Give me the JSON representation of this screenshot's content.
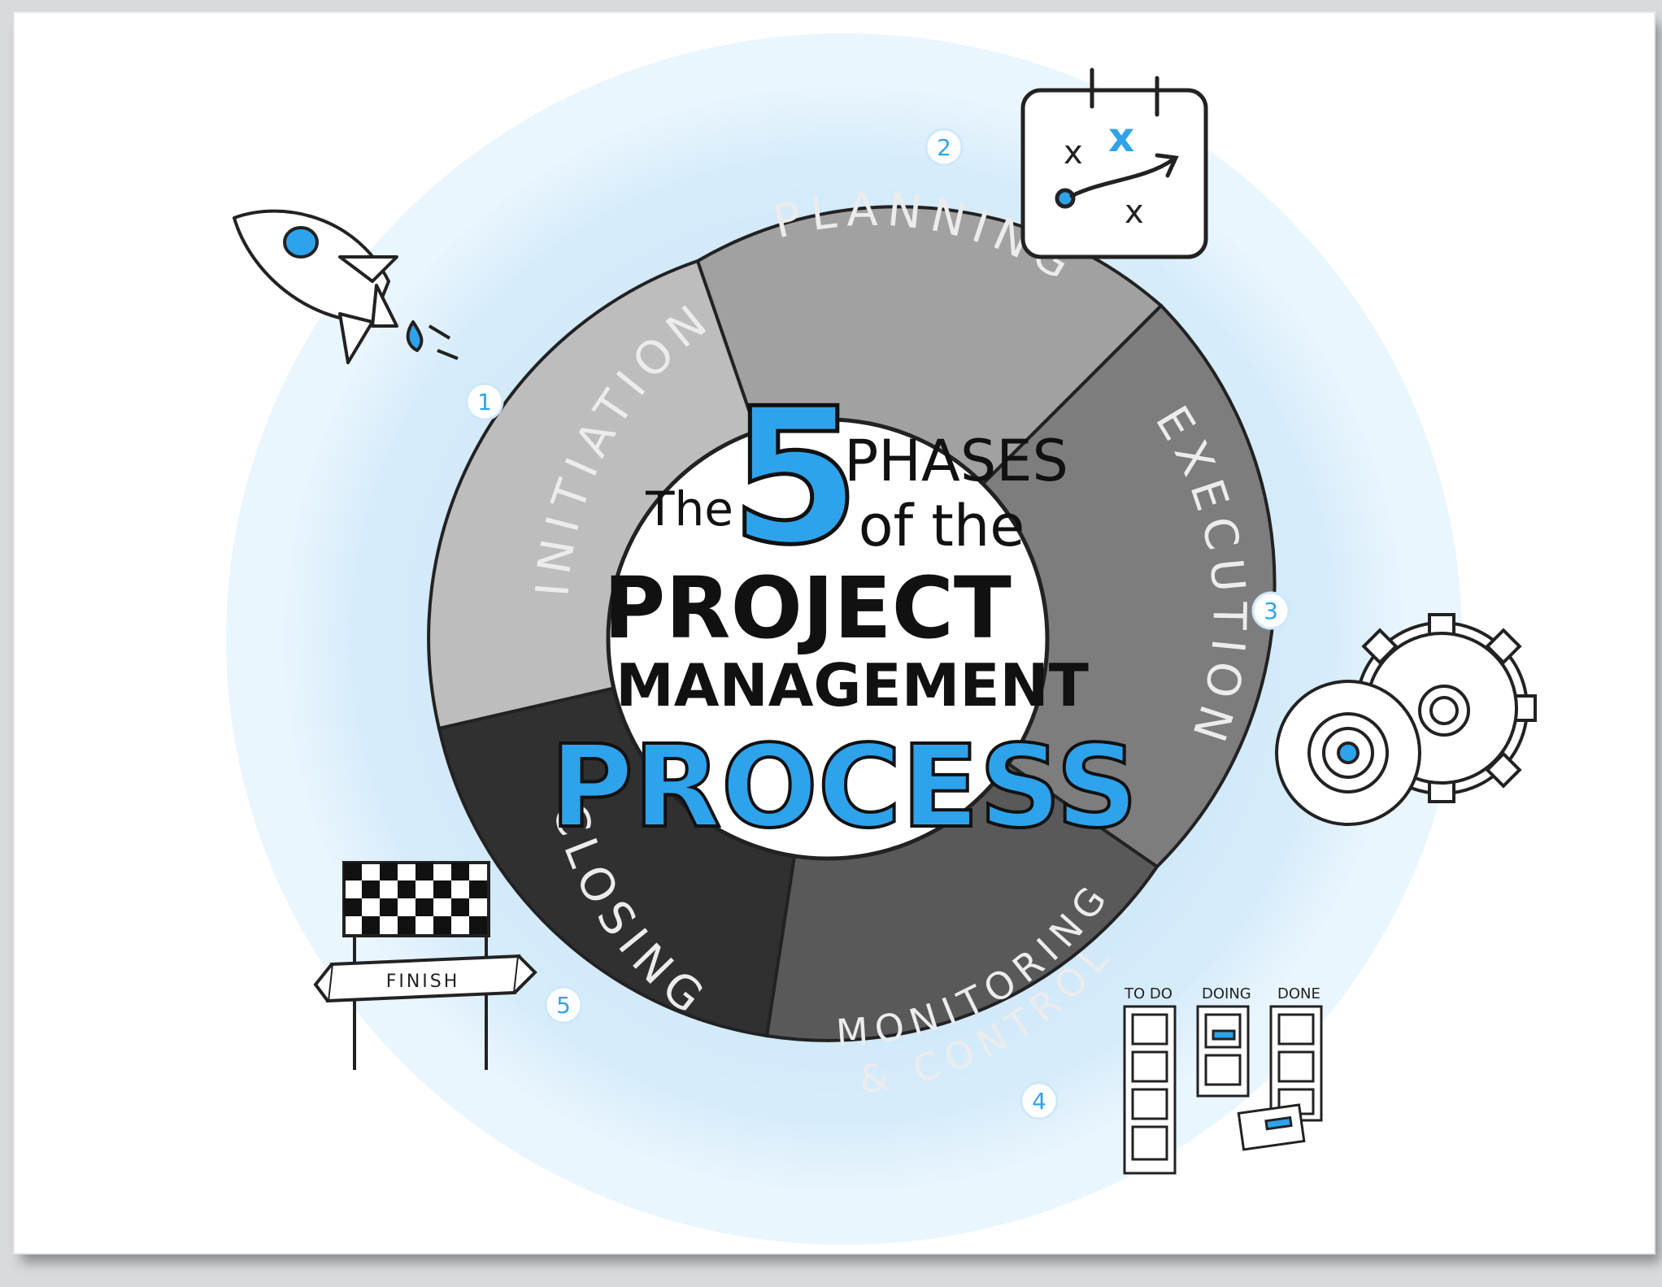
{
  "title": {
    "the": "The",
    "number": "5",
    "phases": "PHASES",
    "of_the": "of the",
    "project": "PROJECT",
    "management": "MANAGEMENT",
    "process": "PROCESS"
  },
  "phases": [
    {
      "number": "1",
      "label": "INITIATION"
    },
    {
      "number": "2",
      "label": "PLANNING"
    },
    {
      "number": "3",
      "label": "EXECUTION"
    },
    {
      "number": "4",
      "label_line1": "MONITORING",
      "label_line2": "& CONTROL"
    },
    {
      "number": "5",
      "label": "CLOSING"
    }
  ],
  "finish_banner": "FINISH",
  "kanban": {
    "col1": "TO DO",
    "col2": "DOING",
    "col3": "DONE"
  },
  "colors": {
    "accent_blue": "#2ea3ec",
    "halo_light": "#e3f2fc",
    "halo_mid": "#c4e3f7",
    "seg_initiation": "#bdbdbd",
    "seg_planning": "#9e9e9e",
    "seg_execution": "#7a7a7a",
    "seg_monitoring": "#575757",
    "seg_closing": "#2e2e2e"
  },
  "icons": [
    "rocket-icon",
    "calendar-plan-icon",
    "gears-icon",
    "kanban-board-icon",
    "finish-flag-icon"
  ]
}
